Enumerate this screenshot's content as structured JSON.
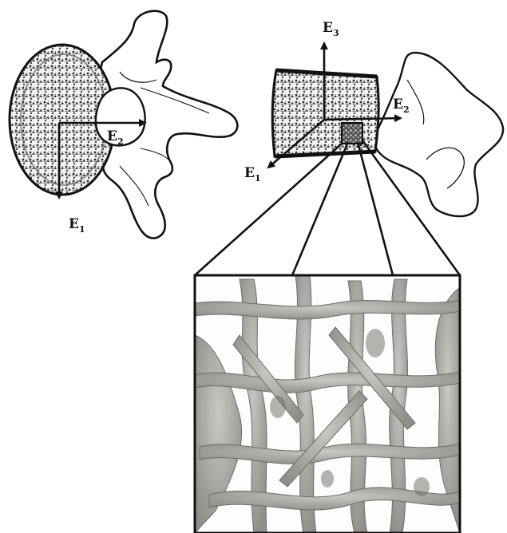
{
  "left_view": {
    "axes": [
      {
        "main": "E",
        "sub": "1"
      },
      {
        "main": "E",
        "sub": "2"
      }
    ]
  },
  "right_view": {
    "axes": [
      {
        "main": "E",
        "sub": "3"
      },
      {
        "main": "E",
        "sub": "2"
      },
      {
        "main": "E",
        "sub": "1"
      }
    ]
  },
  "colors": {
    "outline": "#111111",
    "bone_texture": "#2a2a2a",
    "trabecular_bone": "#a9a8a2",
    "background": "#ffffff"
  }
}
